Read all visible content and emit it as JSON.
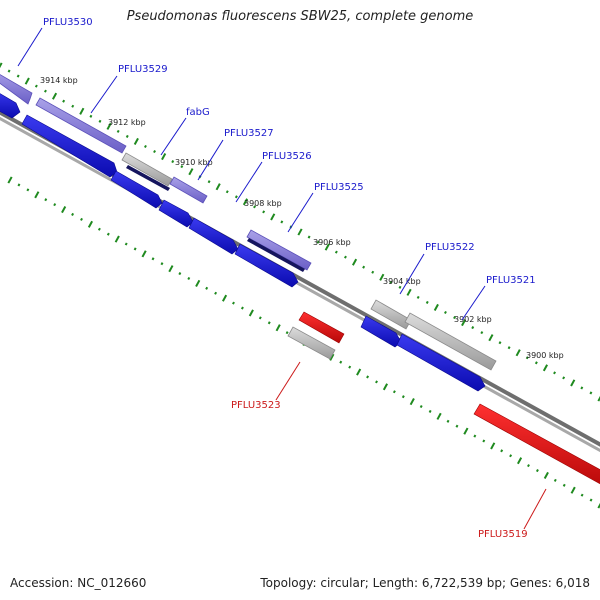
{
  "title": "Pseudomonas fluorescens SBW25, complete genome",
  "footer": {
    "accession": "Accession: NC_012660",
    "summary": "Topology: circular; Length: 6,722,539 bp; Genes: 6,018"
  },
  "colors": {
    "cds_forward": "#1a1adb",
    "cds_reverse": "#e01010",
    "gene_track": "#8a7fd6",
    "gene_grey": "#b8b8b8",
    "selected": "#1a1a70",
    "backbone": "#7d7d7d",
    "gc_ticks": "#1f8a1f",
    "label_forward": "#1a1acc",
    "label_reverse": "#cc1a1a"
  },
  "scale_labels": [
    "3914 kbp",
    "3912 kbp",
    "3910 kbp",
    "3908 kbp",
    "3906 kbp",
    "3904 kbp",
    "3902 kbp",
    "3900 kbp"
  ],
  "gene_labels_forward": [
    "PFLU3530",
    "PFLU3529",
    "fabG",
    "PFLU3527",
    "PFLU3526",
    "PFLU3525",
    "PFLU3522",
    "PFLU3521"
  ],
  "gene_labels_reverse": [
    "PFLU3523",
    "PFLU3519"
  ]
}
